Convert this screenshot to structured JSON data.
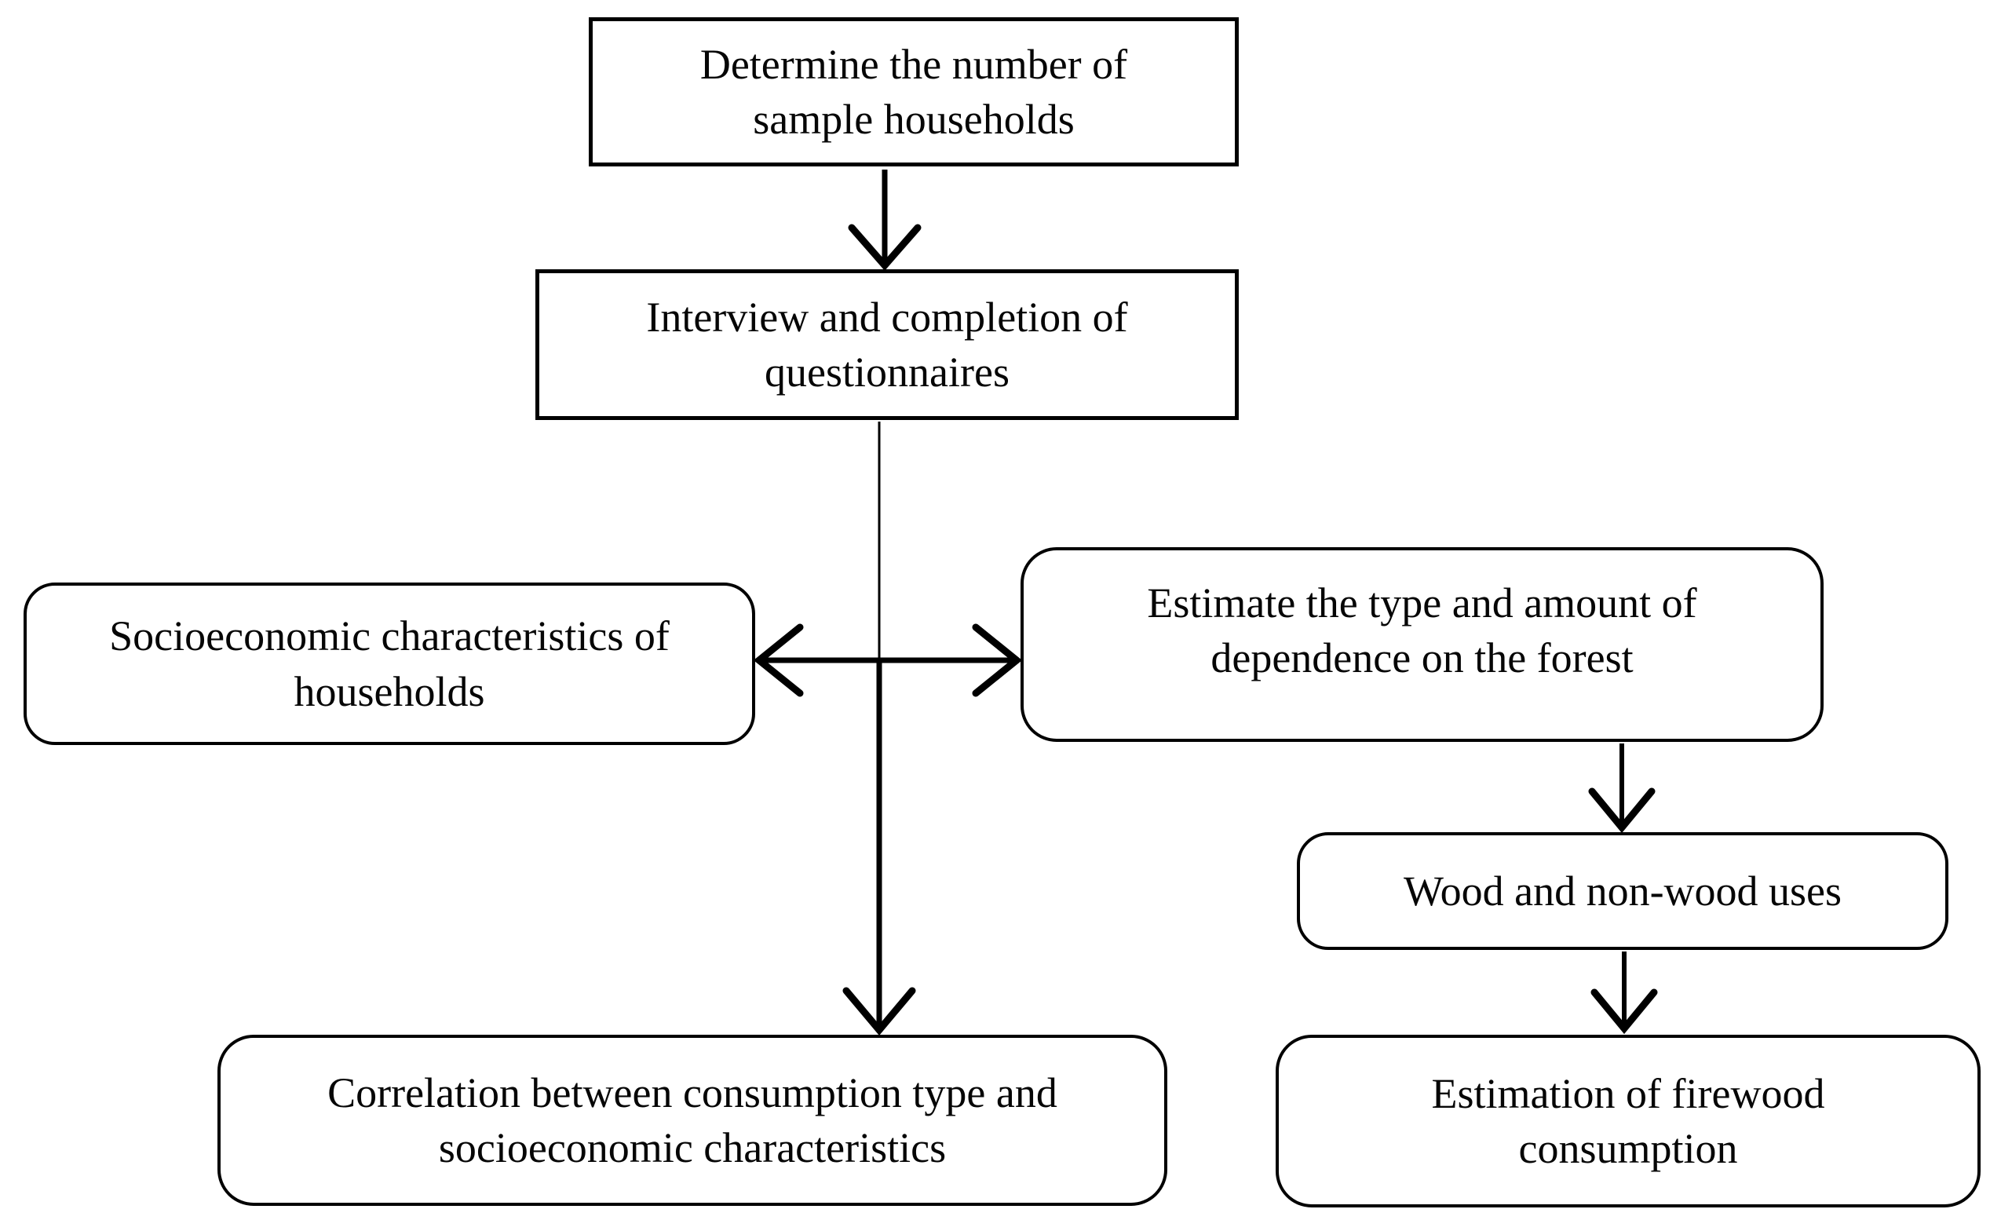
{
  "figure": {
    "background_color": "#ffffff",
    "line_color": "#000000",
    "text_color": "#060606",
    "box_fill": "#ffffff"
  },
  "diagram": {
    "type": "flowchart",
    "nodes": {
      "determine": {
        "label": "Determine the number of sample households",
        "shape": "rectangle"
      },
      "interview": {
        "label": "Interview and completion of questionnaires",
        "shape": "rectangle"
      },
      "socioeconomic": {
        "label": "Socioeconomic characteristics of households",
        "shape": "rounded-rectangle"
      },
      "estimate": {
        "label": "Estimate the type and amount of dependence on the forest",
        "shape": "rounded-rectangle"
      },
      "wood_uses": {
        "label": "Wood and non-wood uses",
        "shape": "rounded-rectangle"
      },
      "correlation": {
        "label": "Correlation between consumption type and socioeconomic characteristics",
        "shape": "rounded-rectangle"
      },
      "firewood": {
        "label": "Estimation of firewood consumption",
        "shape": "rounded-rectangle"
      }
    },
    "edges": [
      {
        "from": "determine",
        "to": "interview",
        "type": "arrow-down"
      },
      {
        "from": "interview",
        "to": "correlation",
        "type": "arrow-down"
      },
      {
        "from": "socioeconomic",
        "to": "estimate",
        "type": "double-headed-horizontal"
      },
      {
        "from": "estimate",
        "to": "wood_uses",
        "type": "arrow-down"
      },
      {
        "from": "wood_uses",
        "to": "firewood",
        "type": "arrow-down"
      }
    ]
  }
}
